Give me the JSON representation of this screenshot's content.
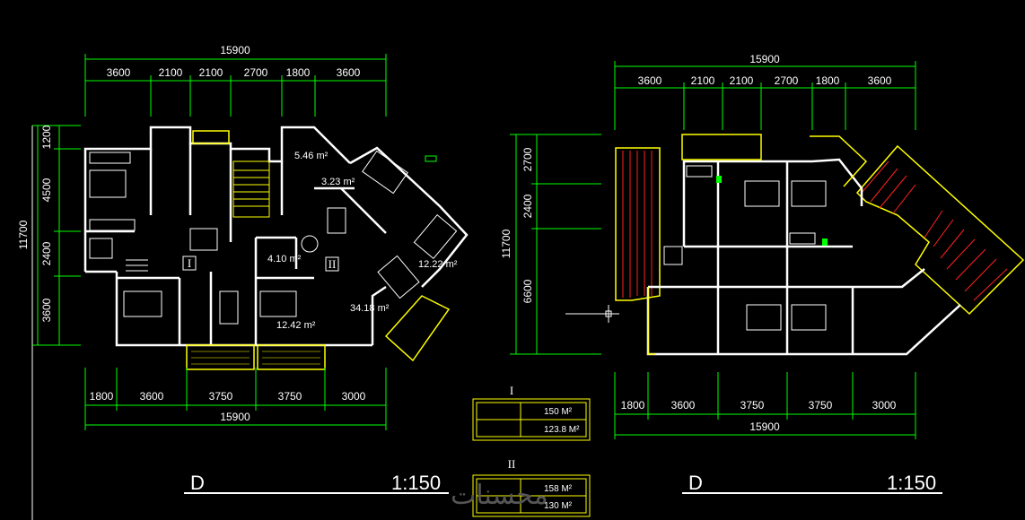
{
  "colors": {
    "background": "#000000",
    "dimension_line": "#00ff00",
    "wall": "#ffffff",
    "balcony": "#ffff00",
    "roof_hatch": "#ff2020",
    "text": "#ffffff"
  },
  "left_plan": {
    "overall_top": "15900",
    "top_dims": [
      "3600",
      "2100",
      "2100",
      "2700",
      "1800",
      "3600"
    ],
    "left_total": "11700",
    "left_dims": [
      "1200",
      "4500",
      "2400",
      "3600"
    ],
    "bottom_dims": [
      "1800",
      "3600",
      "3750",
      "3750",
      "3000"
    ],
    "overall_bottom": "15900",
    "areas": [
      "5.46 m²",
      "3.23 m²",
      "4.10 m²",
      "12.22 m²",
      "12.42 m²",
      "34.18 m²"
    ],
    "unit_labels": [
      "I",
      "II"
    ],
    "title_letter": "D",
    "scale": "1:150"
  },
  "right_plan": {
    "overall_top": "15900",
    "top_dims": [
      "3600",
      "2100",
      "2100",
      "2700",
      "1800",
      "3600"
    ],
    "left_total": "11700",
    "left_dims": [
      "2700",
      "2400",
      "6600"
    ],
    "bottom_dims": [
      "1800",
      "3600",
      "3750",
      "3750",
      "3000"
    ],
    "overall_bottom": "15900",
    "title_letter": "D",
    "scale": "1:150"
  },
  "area_tables": [
    {
      "label": "I",
      "rows": [
        "150 M²",
        "123.8 M²"
      ]
    },
    {
      "label": "II",
      "rows": [
        "158 M²",
        "130 M²"
      ]
    }
  ],
  "watermark": "محسنات"
}
